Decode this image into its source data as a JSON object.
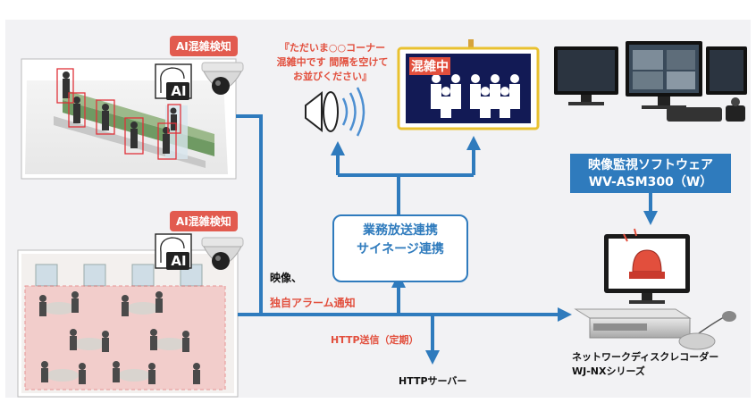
{
  "labels": {
    "ai_badge_top": "AI混雑検知",
    "ai_badge_bottom": "AI混雑検知",
    "ai_logo_text": "AI",
    "announcement_lines": [
      "『ただいま○○コーナー",
      "混雑中です 間隔を空けて",
      "お並びください』"
    ],
    "signage_text": "混雑中",
    "software_line1": "映像監視ソフトウェア",
    "software_line2": "WV-ASM300（W）",
    "integration_line1": "業務放送連携",
    "integration_line2": "サイネージ連携",
    "video_label": "映像、",
    "alarm_label": "独自アラーム通知",
    "http_send_label": "HTTP送信（定期）",
    "http_server_label": "HTTPサーバー",
    "nvr_line1": "ネットワークディスクレコーダー",
    "nvr_line2": "WJ-NXシリーズ"
  },
  "colors": {
    "accent_blue": "#2f7bbd",
    "alert_red": "#e24f3d",
    "badge_red": "#e25b4f",
    "background_gray": "#f2f2f4"
  },
  "icons": [
    "dome-camera-icon",
    "ai-head-icon",
    "speaker-icon",
    "signage-display-icon",
    "monitor-icon",
    "alarm-lamp-icon",
    "recorder-icon",
    "mouse-icon"
  ]
}
